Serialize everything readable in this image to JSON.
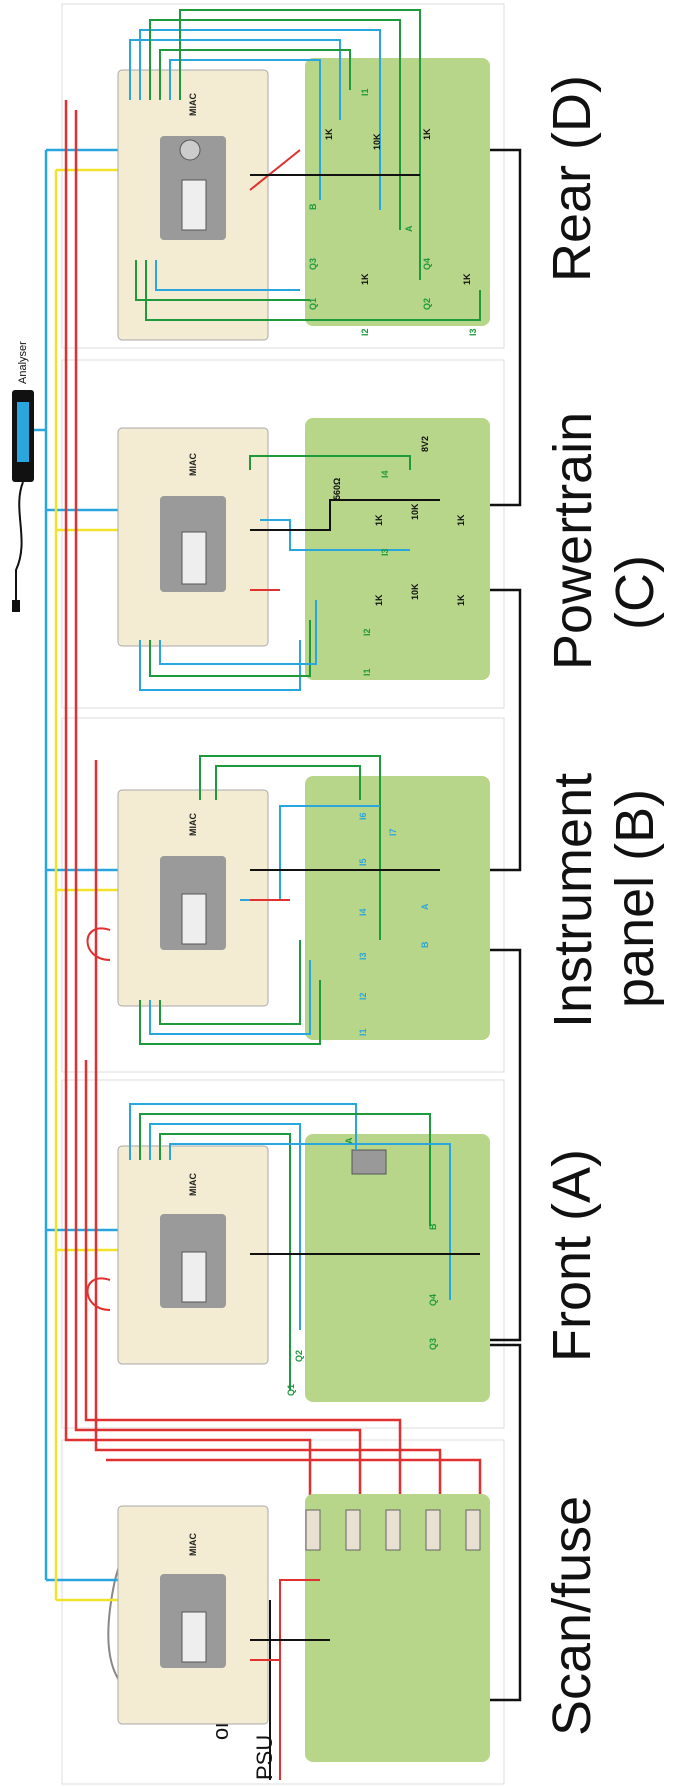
{
  "sections": [
    {
      "id": "D",
      "lines": [
        "Rear (D)"
      ]
    },
    {
      "id": "C",
      "lines": [
        "Powertrain",
        "(C)"
      ]
    },
    {
      "id": "B",
      "lines": [
        "Instrument",
        "panel (B)"
      ]
    },
    {
      "id": "A",
      "lines": [
        "Front (A)"
      ]
    },
    {
      "id": "S",
      "lines": [
        "Scan/fuse"
      ]
    }
  ],
  "analyser_label": "Analyser",
  "psu_label": "PSU",
  "or_label": "or",
  "miac_label": "MIAC",
  "board_labels": {
    "D": {
      "res": [
        "1K",
        "1K",
        "10K",
        "1K",
        "1K"
      ],
      "signals": [
        "I1",
        "B",
        "A",
        "Q1",
        "Q2",
        "Q3",
        "Q4",
        "I2",
        "I3"
      ]
    },
    "C": {
      "res": [
        "560Ω",
        "1K",
        "10K",
        "1K",
        "1K",
        "10K",
        "1K"
      ],
      "zener": "8V2",
      "signals": [
        "I4",
        "I3",
        "I2",
        "I1"
      ]
    },
    "B": {
      "signals": [
        "I6",
        "I5",
        "I4",
        "I3",
        "I2",
        "I1",
        "I7",
        "A",
        "B"
      ]
    },
    "A": {
      "signals": [
        "A",
        "B",
        "Q1",
        "Q2",
        "Q3",
        "Q4"
      ]
    }
  },
  "colors": {
    "blue": "#2aa6df",
    "red": "#e03030",
    "yellow": "#f2e22a",
    "green": "#1e9a3c",
    "black": "#111111",
    "board": "#b8d68a",
    "miac": "#f3ecd2"
  }
}
